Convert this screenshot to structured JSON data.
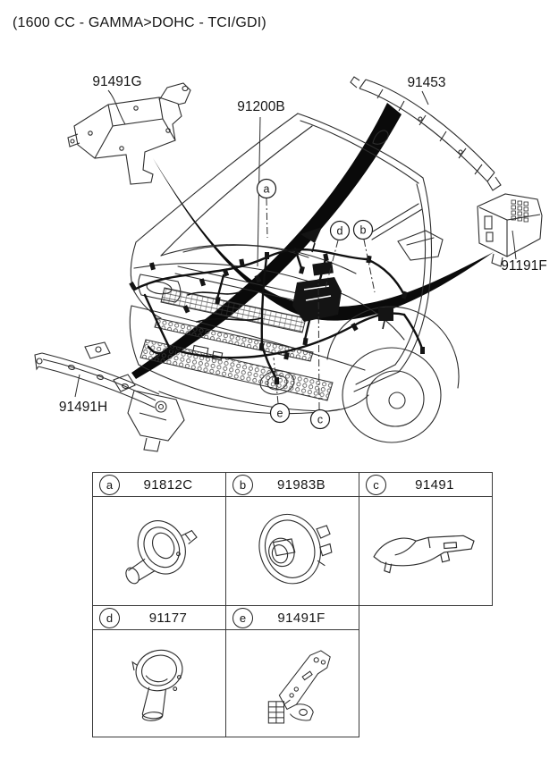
{
  "title": "(1600 CC - GAMMA>DOHC - TCI/GDI)",
  "colors": {
    "line": "#2d2d2d",
    "ink": "#111111",
    "background": "#ffffff"
  },
  "diagram": {
    "labels": [
      {
        "text": "91491G"
      },
      {
        "text": "91200B"
      },
      {
        "text": "91453"
      },
      {
        "text": "91191F"
      },
      {
        "text": "91491H"
      }
    ],
    "callouts": [
      {
        "letter": "a"
      },
      {
        "letter": "b"
      },
      {
        "letter": "c"
      },
      {
        "letter": "d"
      },
      {
        "letter": "e"
      }
    ]
  },
  "parts_table": {
    "rows": [
      {
        "cells": [
          {
            "letter": "a",
            "part_number": "91812C"
          },
          {
            "letter": "b",
            "part_number": "91983B"
          },
          {
            "letter": "c",
            "part_number": "91491"
          }
        ]
      },
      {
        "cells": [
          {
            "letter": "d",
            "part_number": "91177"
          },
          {
            "letter": "e",
            "part_number": "91491F"
          }
        ]
      }
    ]
  }
}
